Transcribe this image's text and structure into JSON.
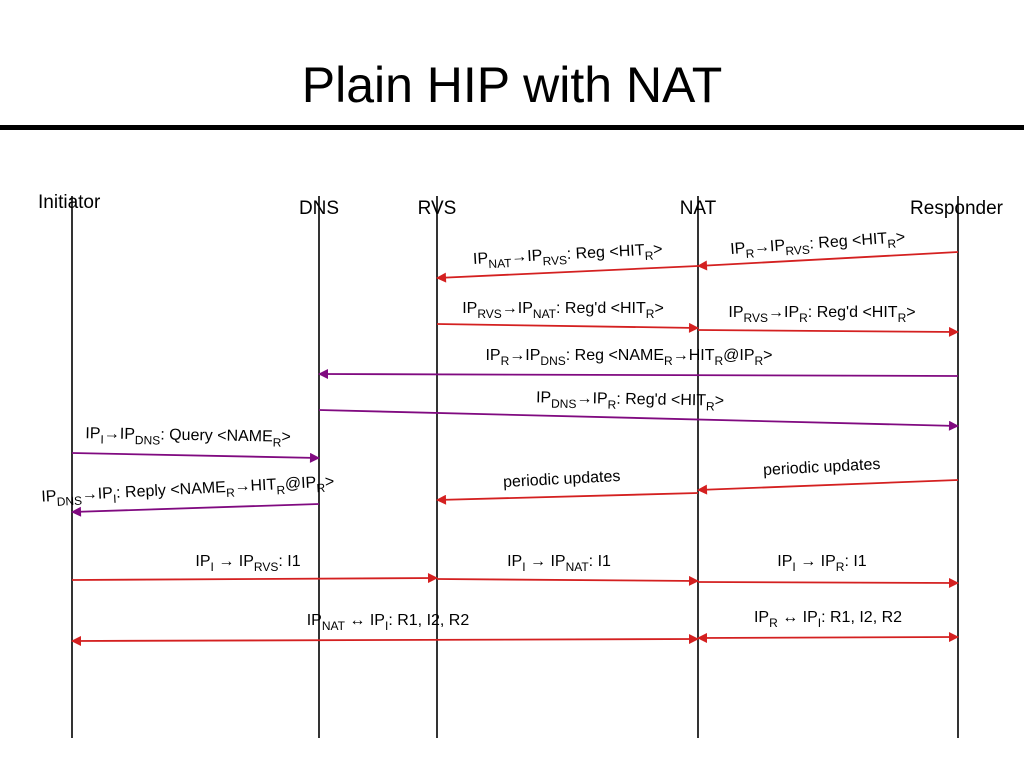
{
  "title": "Plain HIP with NAT",
  "colors": {
    "red": "#d42020",
    "purple": "#800a80",
    "line": "#000000"
  },
  "actors": [
    {
      "id": "initiator",
      "label": "Initiator"
    },
    {
      "id": "dns",
      "label": "DNS"
    },
    {
      "id": "rvs",
      "label": "RVS"
    },
    {
      "id": "nat",
      "label": "NAT"
    },
    {
      "id": "responder",
      "label": "Responder"
    }
  ],
  "messages": [
    {
      "from": "responder",
      "to": "nat",
      "color": "red",
      "label": [
        [
          "IP",
          ""
        ],
        [
          "R",
          "sub"
        ],
        [
          "→",
          ""
        ],
        [
          "IP",
          ""
        ],
        [
          "RVS",
          "sub"
        ],
        [
          ": Reg <HIT",
          ""
        ],
        [
          "R",
          "sub"
        ],
        [
          ">",
          ""
        ]
      ]
    },
    {
      "from": "nat",
      "to": "rvs",
      "color": "red",
      "label": [
        [
          "IP",
          ""
        ],
        [
          "NAT",
          "sub"
        ],
        [
          "→",
          ""
        ],
        [
          "IP",
          ""
        ],
        [
          "RVS",
          "sub"
        ],
        [
          ": Reg <HIT",
          ""
        ],
        [
          "R",
          "sub"
        ],
        [
          ">",
          ""
        ]
      ]
    },
    {
      "from": "rvs",
      "to": "nat",
      "color": "red",
      "label": [
        [
          "IP",
          ""
        ],
        [
          "RVS",
          "sub"
        ],
        [
          "→",
          ""
        ],
        [
          "IP",
          ""
        ],
        [
          "NAT",
          "sub"
        ],
        [
          ": Reg'd <HIT",
          ""
        ],
        [
          "R",
          "sub"
        ],
        [
          ">",
          ""
        ]
      ]
    },
    {
      "from": "nat",
      "to": "responder",
      "color": "red",
      "label": [
        [
          "IP",
          ""
        ],
        [
          "RVS",
          "sub"
        ],
        [
          "→",
          ""
        ],
        [
          "IP",
          ""
        ],
        [
          "R",
          "sub"
        ],
        [
          ": Reg'd <HIT",
          ""
        ],
        [
          "R",
          "sub"
        ],
        [
          ">",
          ""
        ]
      ]
    },
    {
      "from": "responder",
      "to": "dns",
      "color": "purple",
      "label": [
        [
          "IP",
          ""
        ],
        [
          "R",
          "sub"
        ],
        [
          "→",
          ""
        ],
        [
          "IP",
          ""
        ],
        [
          "DNS",
          "sub"
        ],
        [
          ": Reg <NAME",
          ""
        ],
        [
          "R",
          "sub"
        ],
        [
          "→HIT",
          ""
        ],
        [
          "R",
          "sub"
        ],
        [
          "@IP",
          ""
        ],
        [
          "R",
          "sub"
        ],
        [
          ">",
          ""
        ]
      ]
    },
    {
      "from": "dns",
      "to": "responder",
      "color": "purple",
      "label": [
        [
          "IP",
          ""
        ],
        [
          "DNS",
          "sub"
        ],
        [
          "→",
          ""
        ],
        [
          "IP",
          ""
        ],
        [
          "R",
          "sub"
        ],
        [
          ": Reg'd <HIT",
          ""
        ],
        [
          "R",
          "sub"
        ],
        [
          ">",
          ""
        ]
      ]
    },
    {
      "from": "initiator",
      "to": "dns",
      "color": "purple",
      "label": [
        [
          "IP",
          ""
        ],
        [
          "I",
          "sub"
        ],
        [
          "→",
          ""
        ],
        [
          "IP",
          ""
        ],
        [
          "DNS",
          "sub"
        ],
        [
          ": Query <NAME",
          ""
        ],
        [
          "R",
          "sub"
        ],
        [
          ">",
          ""
        ]
      ]
    },
    {
      "from": "dns",
      "to": "initiator",
      "color": "purple",
      "label": [
        [
          "IP",
          ""
        ],
        [
          "DNS",
          "sub"
        ],
        [
          "→",
          ""
        ],
        [
          "IP",
          ""
        ],
        [
          "I",
          "sub"
        ],
        [
          ": Reply <NAME",
          ""
        ],
        [
          "R",
          "sub"
        ],
        [
          "→HIT",
          ""
        ],
        [
          "R",
          "sub"
        ],
        [
          "@IP",
          ""
        ],
        [
          "R",
          "sub"
        ],
        [
          ">",
          ""
        ]
      ]
    },
    {
      "from": "nat",
      "to": "rvs",
      "color": "red",
      "label": [
        [
          "periodic updates",
          ""
        ]
      ]
    },
    {
      "from": "responder",
      "to": "nat",
      "color": "red",
      "label": [
        [
          "periodic updates",
          ""
        ]
      ]
    },
    {
      "from": "initiator",
      "to": "rvs",
      "color": "red",
      "label": [
        [
          "IP",
          ""
        ],
        [
          "I",
          "sub"
        ],
        [
          " → IP",
          ""
        ],
        [
          "RVS",
          "sub"
        ],
        [
          ": I1",
          ""
        ]
      ]
    },
    {
      "from": "rvs",
      "to": "nat",
      "color": "red",
      "label": [
        [
          "IP",
          ""
        ],
        [
          "I",
          "sub"
        ],
        [
          " → IP",
          ""
        ],
        [
          "NAT",
          "sub"
        ],
        [
          ": I1",
          ""
        ]
      ]
    },
    {
      "from": "nat",
      "to": "responder",
      "color": "red",
      "label": [
        [
          "IP",
          ""
        ],
        [
          "I",
          "sub"
        ],
        [
          " → IP",
          ""
        ],
        [
          "R",
          "sub"
        ],
        [
          ": I1",
          ""
        ]
      ]
    },
    {
      "from": "initiator",
      "to": "nat",
      "color": "red",
      "bidirectional": true,
      "label": [
        [
          "IP",
          ""
        ],
        [
          "NAT",
          "sub"
        ],
        [
          " ↔ IP",
          ""
        ],
        [
          "I",
          "sub"
        ],
        [
          ": R1, I2, R2",
          ""
        ]
      ]
    },
    {
      "from": "nat",
      "to": "responder",
      "color": "red",
      "bidirectional": true,
      "label": [
        [
          "IP",
          ""
        ],
        [
          "R",
          "sub"
        ],
        [
          " ↔ IP",
          ""
        ],
        [
          "I",
          "sub"
        ],
        [
          ": R1, I2, R2",
          ""
        ]
      ]
    }
  ]
}
